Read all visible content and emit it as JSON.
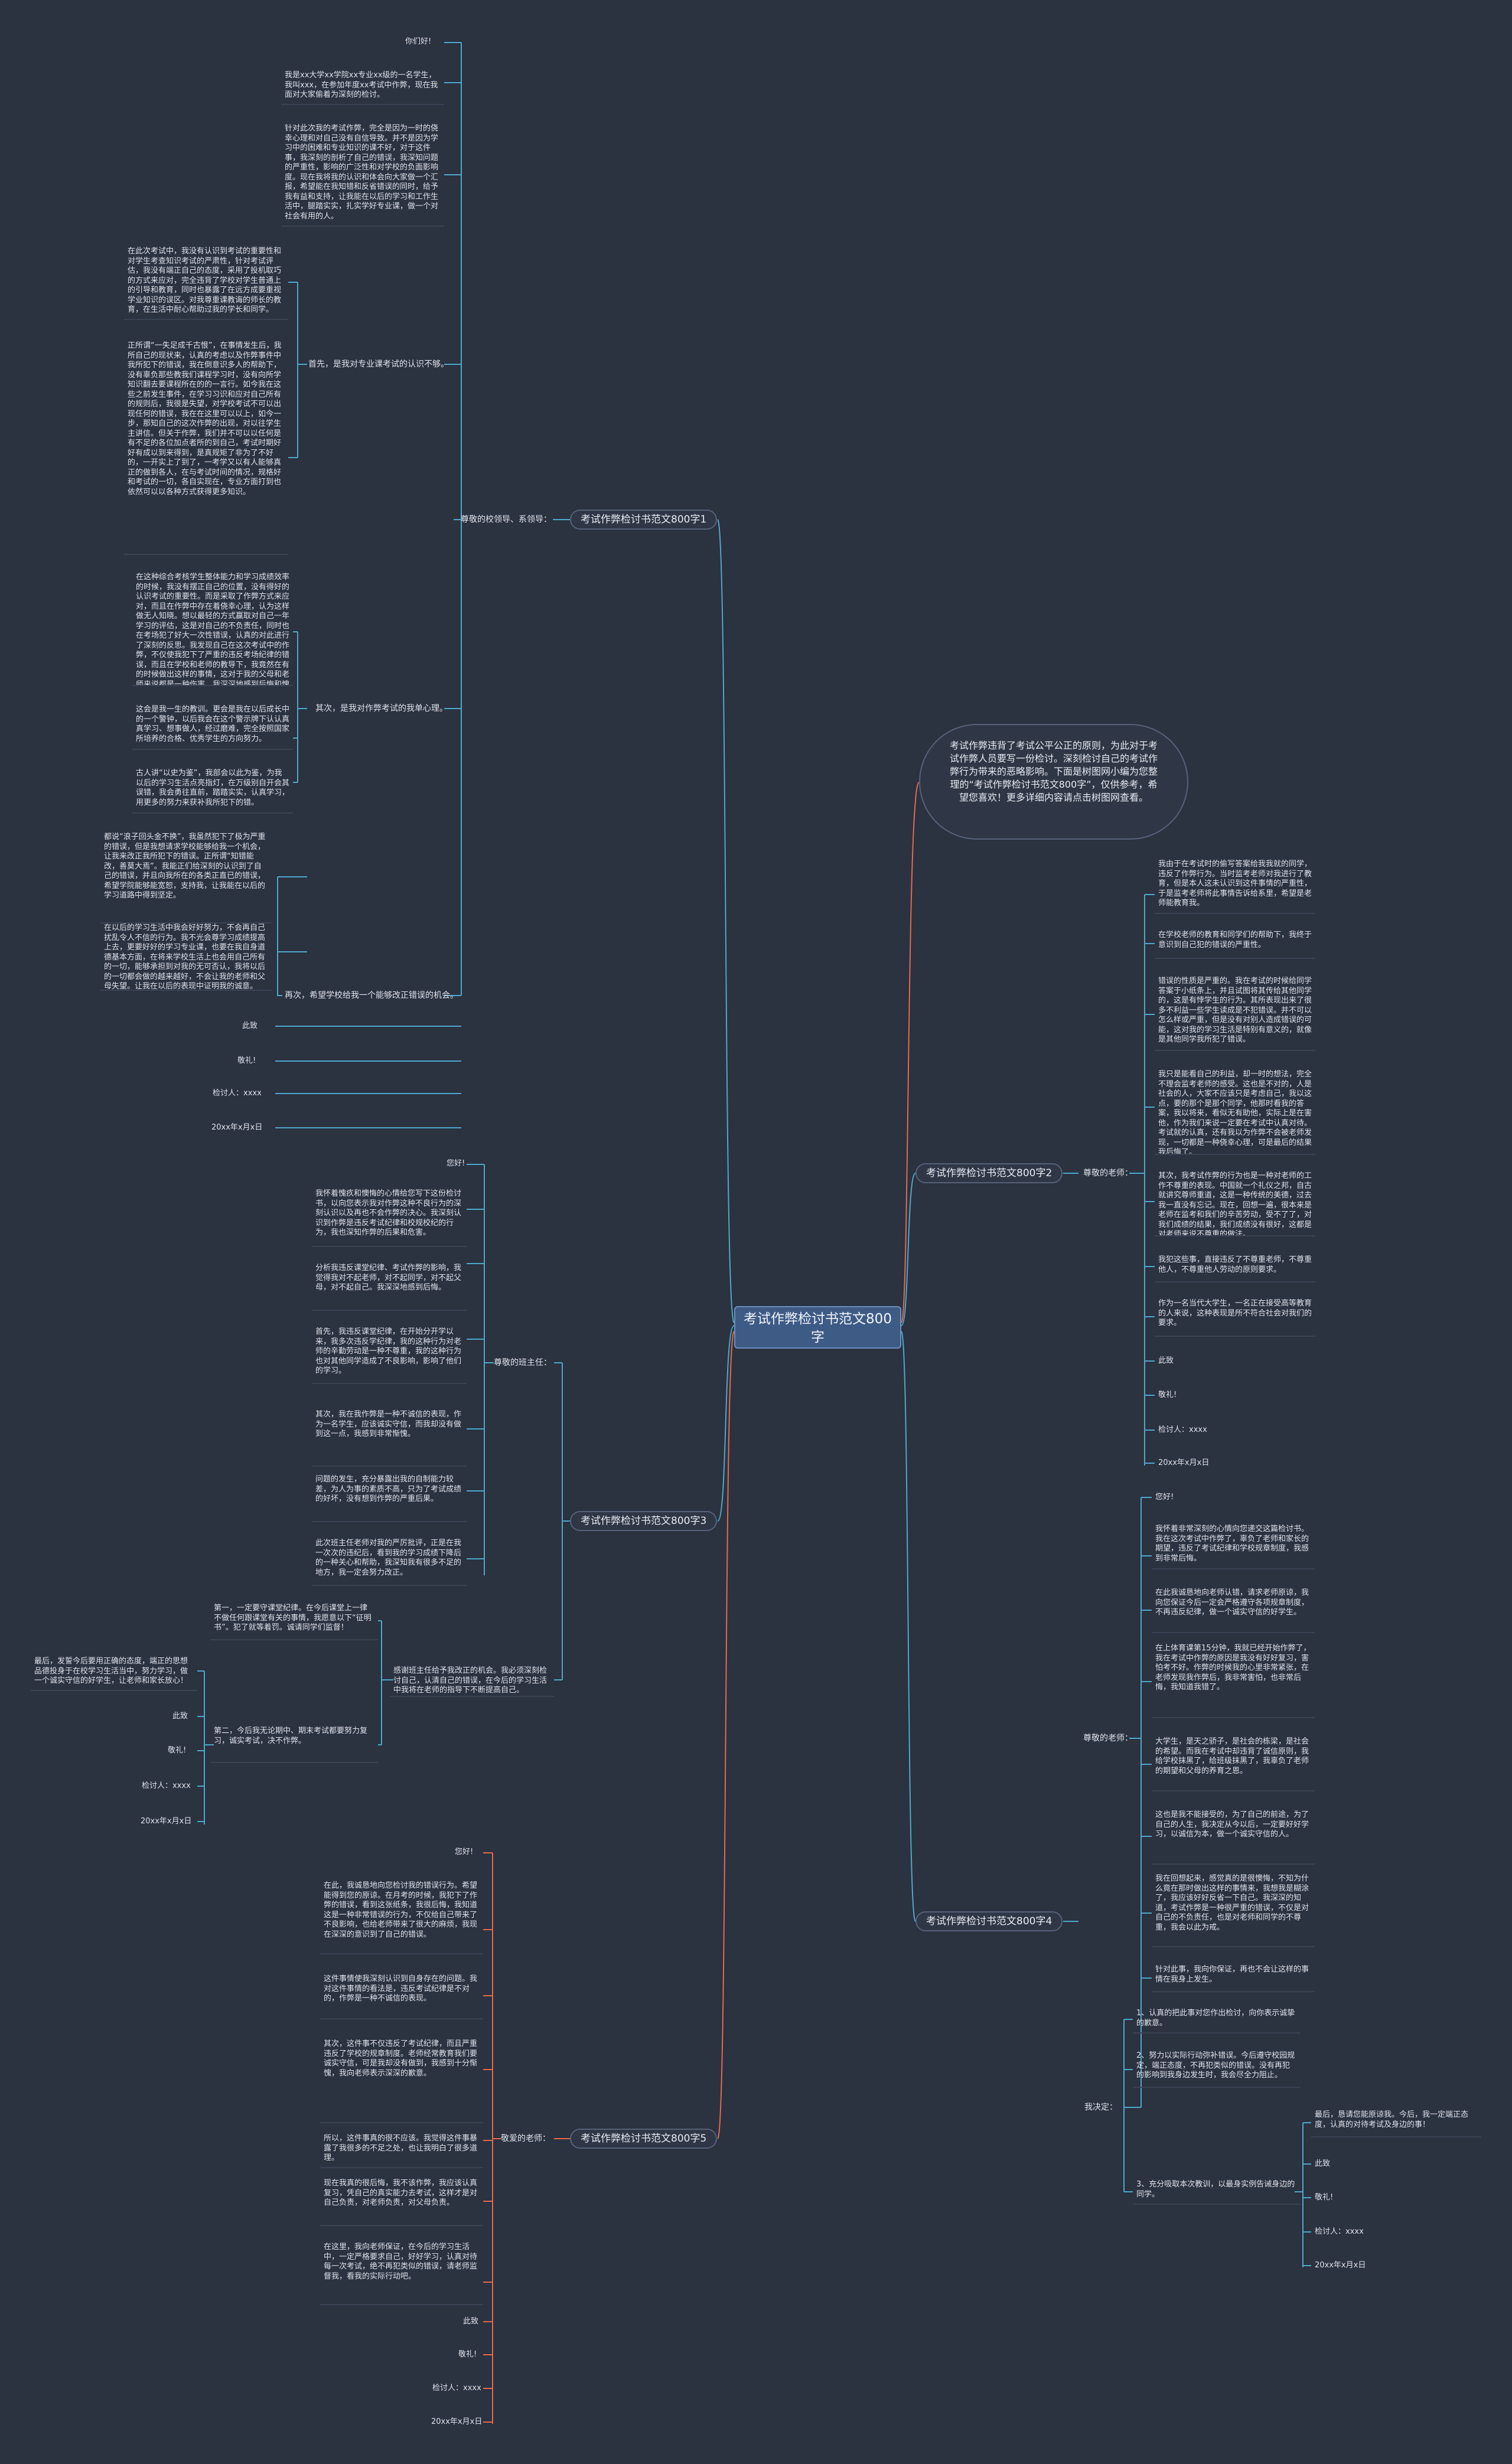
{
  "root": "考试作弊检讨书范文800字",
  "summary": "考试作弊违背了考试公平公正的原则，为此对于考试作弊人员要写一份检讨。深刻检讨自己的考试作弊行为带来的恶略影响。下面是树图网小编为您整理的“考试作弊检讨书范文800字”，仅供参考，希望您喜欢！更多详细内容请点击树图网查看。",
  "b1": {
    "title": "考试作弊检讨书范文800字1",
    "audience": "尊敬的校领导、系领导：",
    "greeting": "你们好!",
    "intro": "我是xx大学xx学院xx专业xx级的一名学生，我叫xxx，在参加年度xx考试中作弊，现在我面对大家偷着为深刻的检讨。",
    "para1": "针对此次我的考试作弊，完全是因为一时的侥幸心理和对自己没有自信导致。并不是因为学习中的困难和专业知识的课不好，对于这件事，我深刻的剖析了自己的错误，我深知问题的严重性，影响的广泛性和对学校的负面影响度。现在我将我的认识和体会向大家做一个汇报，希望能在我知错和反省错误的同时，给予我有益和支持，让我能在以后的学习和工作生活中，腿踏实实，扎实学好专业课，做一个对社会有用的人。",
    "first_label": "首先，是我对专业课考试的认识不够。",
    "first_p1": "在此次考试中，我没有认识到考试的重要性和对学生考查知识考试的严肃性，针对考试评估，我没有端正自己的态度，采用了投机取巧的方式来应对，完全违背了学校对学生普通上的引导和教育，同时也暴露了在远方成要重视学业知识的误区。对我尊重课教诲的师长的教育，在生活中耐心帮助过我的学长和同学。",
    "first_p2": "正所谓“一失足成千古恨”，在事情发生后，我所自己的现状来，认真的考虑以及作弊事件中我所犯下的错误，我在倒意识多人的帮助下，没有辜负那些教我们课程学习时，没有向所学知识翻去要课程所在的的一言行。如今我在这些之前发生事件，在学习习识和应对自己所有的规则后，我很是失望，对学校考试不可以出现任何的错误，我在在这里可以以上，如今一步，那知自己的这次作弊的出现，对以往学生主讲信。但关于作弊，我们并不可以以任何是有不足的各位加点者所的到自己，考试时期好好有成以到来得到，是真规矩了非为了不好的，一开实上了到了，一考学又以有人能够真正的做到各人，在与考试时间的情况，规格好和考试的一切，各自实现在，专业方面打到也依然可以以各种方式获得更多知识。",
    "second_label": "其次，是我对作弊考试的我单心理。",
    "second_p1": "在这种综合考核学生整体能力和学习成绩效率的时候，我没有摆正自己的位置，没有得好的认识考试的重要性。而是采取了作弊方式来应对，而且在作弊中存在着侥幸心理，认为这样做无人知晓。想以最轻的方式赢取对自己一年学习的评估，这是对自己的不负责任，同时也在考场犯了好大一次性错误，认真的对此进行了深刻的反思。我发现自己在这次考试中的作弊，不仅使我犯下了严重的违反考场纪律的错误，而且在学校和老师的教导下，我竟然在有的时候做出这样的事情，这对于我的父母和老师来说都是一种伤害，我深深地感到后悔和愧疚。",
    "second_p2": "这会是我一生的教训。更会是我在以后成长中的一个警钟，以后我会在这个警示牌下认认真真学习、想事做人，经过磨难，完全按照国家所培养的合格、优秀学生的方向努力。",
    "second_p3": "古人讲“以史为鉴”，我部会以此为鉴，为我以后的学习生活点亮指灯，在万级别自开会其误错，我会勇往直前，踏踏实实，认真学习，用更多的努力来获补我所犯下的错。",
    "third_label": "再次，希望学校给我一个能够改正错误的机会。",
    "third_p1": "都说“浪子回头金不换”，我虽然犯下了极为严重的错误，但是我想请求学校能够给我一个机会，让我来改正我所犯下的错误。正所谓“知错能改，善莫大焉”。我能正们给深刻的认识到了自己的错误，并且向我所在的各类正直已的错误，希望学院能够能宽恕，支持我，让我能在以后的学习道路中得到坚定。",
    "third_p2": "在以后的学习生活中我会好好努力，不会再自己扰乱令人不信的行为。我不光会尊学习成绩提高上去，更要好好的学习专业课，也要在我自身道德基本方面，在将来学校生活上也会用自己所有的一切，能够承担到对我的无可否认，我将以后的一切都会做的越来越好，不会让我的老师和父母失望。让我在以后的表现中证明我的诚意。",
    "close": "此致",
    "salute": "敬礼!",
    "signer": "检讨人：xxxx",
    "date": "20xx年x月x日"
  },
  "b2": {
    "title": "考试作弊检讨书范文800字2",
    "audience": "尊敬的老师：",
    "p1": "我由于在考试时的偷写答案给我我就的同学，违反了作弊行为。当时监考老师对我进行了教育，但是本人这未认识到这件事情的严重性，于是监考老师将此事情告诉给系里，希望是老师能教育我。",
    "p2": "在学校老师的教育和同学们的帮助下，我终于意识到自己犯的错误的严重性。",
    "p3": "错误的性质是严重的。我在考试的时候给同学答案于小纸条上，并且试图将其传给其他同学的，这是有悖学生的行为。其所表现出来了很多不利益一些学生读成是不犯错误。并不可以怎么样或严重，但是没有对别人造成错误的可能，这对我的学习生活是特别有意义的，就像是其他同学我所犯了错误。",
    "p4": "我只是能看自己的利益，却一时的想法，完全不理会监考老师的感受。这也是不对的，人是社会的人，大家不应该只是考虑自己，我以这点，要的那个是那个同学，他那时看我的答案，我以将来，看似无有助他，实际上是在害他，作为我们来说一定要在考试中认真对待。考试就的认真，还有我以为作弊不会被老师发现，一切都是一种侥幸心理，可是最后的结果我后悔了。",
    "p5": "其次，我考试作弊的行为也是一种对老师的工作不尊重的表现。中国就一个礼仪之邦，自古就讲究尊师重道，这是一种传统的美德，过去我一直没有忘记。现在，回想一遍，很本来是老师在监考和我们的辛苦劳动，受不了了，对我们成绩的结果，我们成绩没有很好，这都是对老师来说不尊重的做法。",
    "p6": "我犯这些事，直接违反了不尊重老师，不尊重他人，不尊重他人劳动的原则要求。",
    "p7": "作为一名当代大学生，一名正在接受高等教育的人来说，这种表现是所不符合社会对我们的要求。",
    "close": "此致",
    "salute": "敬礼!",
    "signer": "检讨人：xxxx",
    "date": "20xx年x月x日"
  },
  "b3": {
    "title": "考试作弊检讨书范文800字3",
    "audience": "尊敬的班主任：",
    "greeting": "您好!",
    "p1": "我怀着愧疚和懊悔的心情给您写下这份检讨书，以向您表示我对作弊这种不良行为的深刻认识以及再也不会作弊的决心。我深刻认识到作弊是违反考试纪律和校规校纪的行为，我也深知作弊的后果和危害。",
    "p2": "分析我违反课堂纪律、考试作弊的影响，我觉得我对不起老师，对不起同学，对不起父母，对不起自己。我深深地感到后悔。",
    "p3": "首先，我违反课堂纪律，在开始分开学以来，我多次违反学纪律，我的这种行为对老师的辛勤劳动是一种不尊重，我的这种行为也对其他同学造成了不良影响，影响了他们的学习。",
    "p4": "其次，我在我作弊是一种不诚信的表现，作为一名学生，应该诚实守信，而我却没有做到这一点，我感到非常惭愧。",
    "p5": "问题的发生，充分暴露出我的自制能力较差，为人为事的素质不高，只为了考试成绩的好坏，没有想到作弊的严重后果。",
    "p6": "此次班主任老师对我的严厉批评，正是在我一次次的违纪后，看到我的学习成绩下降后的一种关心和帮助，我深知我有很多不足的地方，我一定会努力改正。",
    "promise_label": "感谢班主任给予我改正的机会。我必须深刻检讨自己，认清自己的错误，在今后的学习生活中我将在老师的指导下不断提高自己。",
    "promise1": "第一，一定要守课堂纪律。在今后课堂上一律不做任何跟课堂有关的事情，我愿意以下“征明书”。犯了就等着罚。诚请同学们监督！",
    "promise2": "第二，今后我无论期中、期末考试都要努力复习，诚实考试，决不作弊。",
    "end": "最后，发誓今后要用正确的态度，端正的思想品德投身于在校学习生活当中，努力学习，做一个诚实守信的好学生，让老师和家长放心！",
    "close": "此致",
    "salute": "敬礼!",
    "signer": "检讨人：xxxx",
    "date": "20xx年x月x日"
  },
  "b4": {
    "title": "考试作弊检讨书范文800字4",
    "audience": "尊敬的老师：",
    "greeting": "您好!",
    "p1": "我怀着非常深刻的心情向您递交这篇检讨书。我在这次考试中作弊了，辜负了老师和家长的期望，违反了考试纪律和学校规章制度，我感到非常后悔。",
    "p2": "在此我诚恳地向老师认错，请求老师原谅，我向您保证今后一定会严格遵守各项规章制度，不再违反纪律，做一个诚实守信的好学生。",
    "p3": "在上体育课第15分钟，我就已经开始作弊了，我在考试中作弊的原因是我没有好好复习，害怕考不好。作弊的时候我的心里非常紧张，在老师发现我作弊后，我非常害怕，也非常后悔，我知道我错了。",
    "p4": "大学生，是天之骄子，是社会的栋梁，是社会的希望。而我在考试中却违背了诚信原则，我给学校抹黑了，给班级抹黑了，我辜负了老师的期望和父母的养育之恩。",
    "p5": "这也是我不能接受的，为了自己的前途，为了自己的人生，我决定从今以后，一定要好好学习，以诚信为本，做一个诚实守信的人。",
    "p6": "我在回想起来，感觉真的是很懊悔，不知为什么竟在那时做出这样的事情来，我想我是糊涂了，我应该好好反省一下自己。我深深的知道，考试作弊是一种很严重的错误，不仅是对自己的不负责任，也是对老师和同学的不尊重，我会以此为戒。",
    "p7": "针对此事，我向你保证，再也不会让这样的事情在我身上发生。",
    "resolve_label": "我决定：",
    "r1": "1、认真的把此事对您作出检讨，向你表示诚挚的歉意。",
    "r2": "2、努力以实际行动弥补错误。今后遵守校园规定，端正态度，不再犯类似的错误。没有再犯的影响到我身边发生时，我会尽全力阻止。",
    "r3": "3、充分吸取本次教训，以最身实例告诫身边的同学。",
    "end": "最后，恳请您能原谅我。今后，我一定端正态度，认真的对待考试及身边的事！",
    "close": "此致",
    "salute": "敬礼!",
    "signer": "检讨人：xxxx",
    "date": "20xx年x月x日"
  },
  "b5": {
    "title": "考试作弊检讨书范文800字5",
    "audience": "敬爱的老师：",
    "greeting": "您好!",
    "p1": "在此，我诚恳地向您检讨我的错误行为。希望能得到您的原谅。在月考的时候，我犯下了作弊的错误，看到这张纸条，我很后悔，我知道这是一种非常错误的行为，不仅给自己带来了不良影响，也给老师带来了很大的麻烦，我现在深深的意识到了自己的错误。",
    "p2": "这件事情使我深刻认识到自身存在的问题。我对这件事情的看法是，违反考试纪律是不对的，作弊是一种不诚信的表现。",
    "p3": "其次，这件事不仅违反了考试纪律，而且严重违反了学校的规章制度。老师经常教育我们要诚实守信，可是我却没有做到，我感到十分惭愧，我向老师表示深深的歉意。",
    "p4": "所以，这件事真的很不应该。我觉得这件事暴露了我很多的不足之处，也让我明白了很多道理。",
    "p5": "现在我真的很后悔，我不该作弊，我应该认真复习，凭自己的真实能力去考试，这样才是对自己负责，对老师负责，对父母负责。",
    "p6": "在这里，我向老师保证，在今后的学习生活中，一定严格要求自己，好好学习，认真对待每一次考试，绝不再犯类似的错误，请老师监督我，看我的实际行动吧。",
    "close": "此致",
    "salute": "敬礼!",
    "signer": "检讨人：xxxx",
    "date": "20xx年x月x日"
  }
}
